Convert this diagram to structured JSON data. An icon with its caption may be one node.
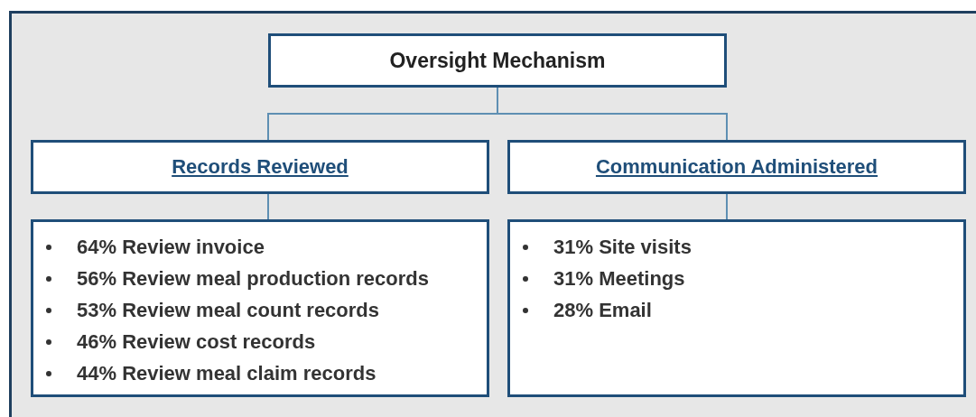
{
  "diagram": {
    "nodes": [
      {
        "text": [
          "Oversight Mechanism"
        ]
      },
      {
        "text": [
          "Records Reviewed"
        ]
      },
      {
        "text": [
          "Communication Administered"
        ]
      },
      {
        "text": [
          "64% Review invoice",
          "56% Review meal production records",
          "53% Review meal count records",
          "46% Review cost records",
          "44% Review meal claim records"
        ]
      },
      {
        "text": [
          "31% Site visits",
          "31% Meetings",
          "28% Email"
        ]
      }
    ],
    "edges": [
      {
        "from": 0,
        "to": 1,
        "arrow": "none"
      },
      {
        "from": 0,
        "to": 2,
        "arrow": "none"
      },
      {
        "from": 1,
        "to": 3,
        "arrow": "none"
      },
      {
        "from": 2,
        "to": 4,
        "arrow": "none"
      }
    ]
  }
}
